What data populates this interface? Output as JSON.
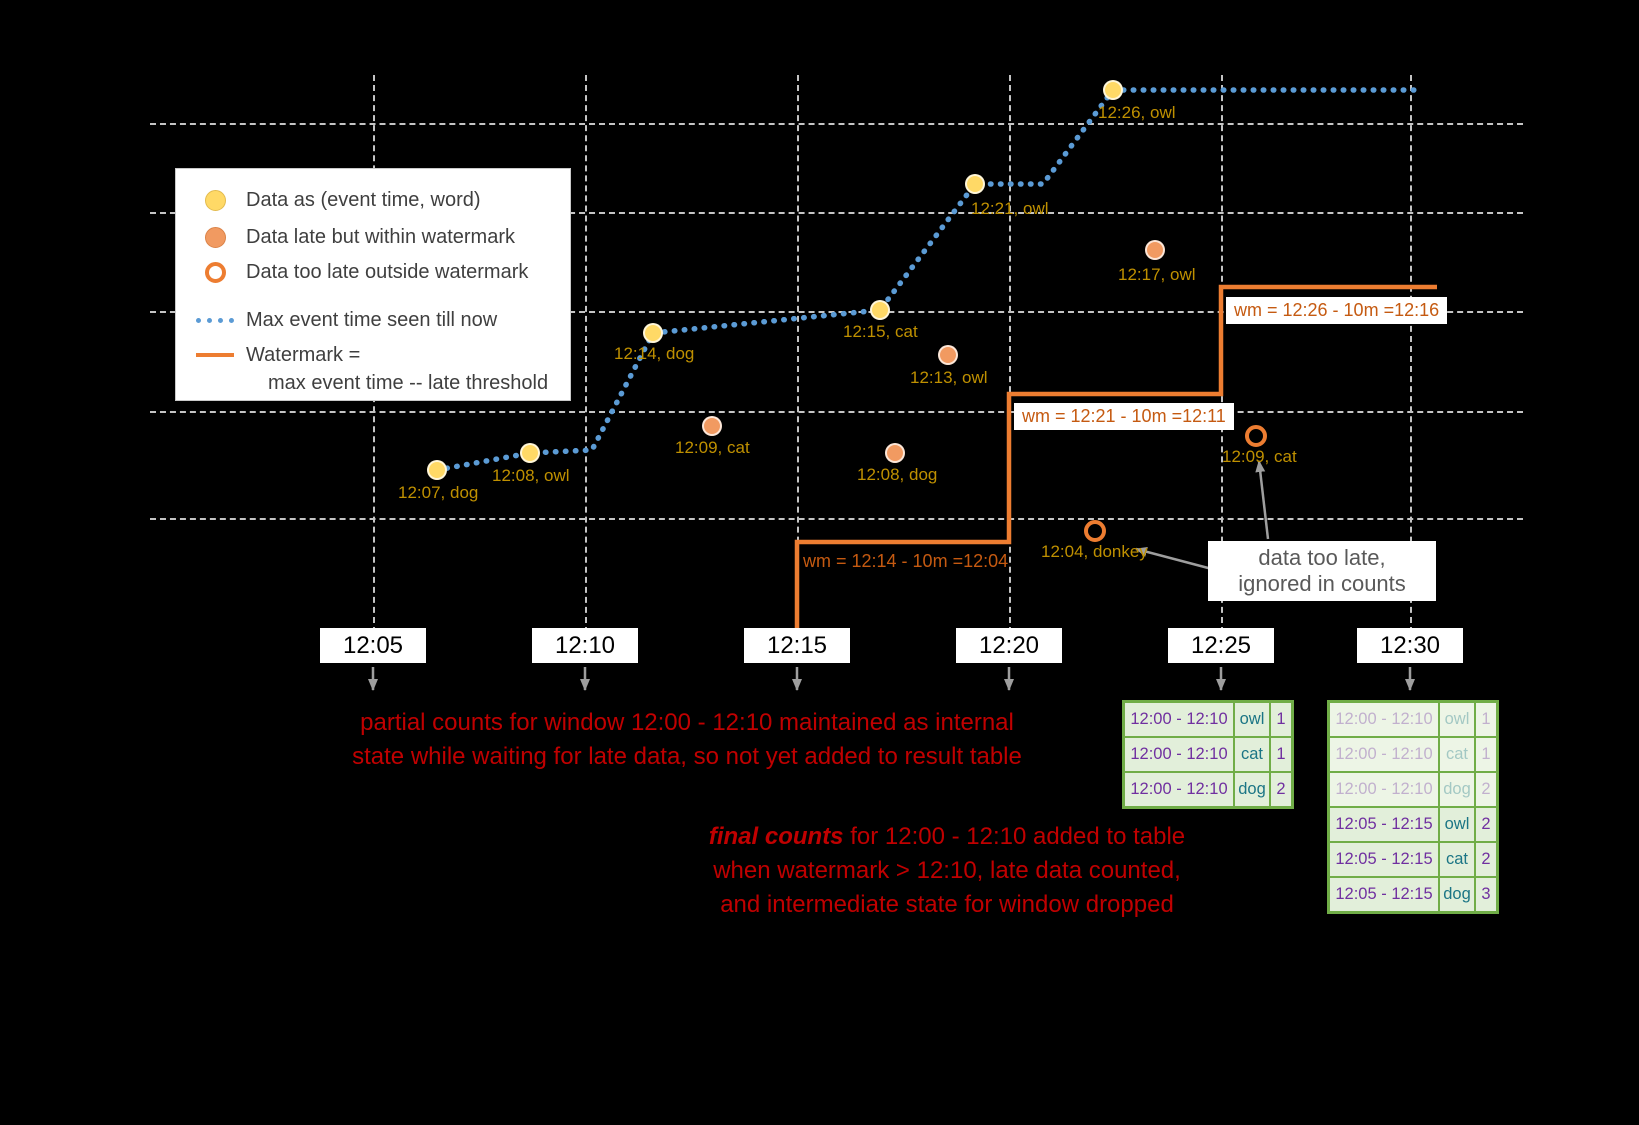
{
  "legend": {
    "items": [
      {
        "label": "Data as (event time, word)"
      },
      {
        "label": "Data late but within watermark"
      },
      {
        "label": "Data too late outside watermark"
      },
      {
        "label": "Max event time seen till now"
      },
      {
        "label_line1": "Watermark =",
        "label_line2": "max event time -- late threshold"
      }
    ]
  },
  "axis": {
    "ticks": [
      "12:05",
      "12:10",
      "12:15",
      "12:20",
      "12:25",
      "12:30"
    ]
  },
  "points": {
    "on_time": [
      {
        "label": "12:07, dog"
      },
      {
        "label": "12:08, owl"
      },
      {
        "label": "12:14, dog"
      },
      {
        "label": "12:15, cat"
      },
      {
        "label": "12:21, owl"
      },
      {
        "label": "12:26, owl"
      }
    ],
    "late_within_watermark": [
      {
        "label": "12:09, cat"
      },
      {
        "label": "12:08, dog"
      },
      {
        "label": "12:13, owl"
      },
      {
        "label": "12:17, owl"
      }
    ],
    "too_late": [
      {
        "label": "12:04, donkey"
      },
      {
        "label": "12:09, cat"
      }
    ]
  },
  "watermark_labels": [
    {
      "text": "wm = 12:14 - 10m =12:04"
    },
    {
      "text": "wm = 12:21 - 10m =12:11"
    },
    {
      "text": "wm = 12:26 - 10m =12:16"
    }
  ],
  "annotations": {
    "partial": {
      "line1": "partial counts for window 12:00 - 12:10 maintained as internal",
      "line2": "state while waiting for late data, so not yet added  to result table"
    },
    "final": {
      "lead": "final counts",
      "line1_rest": " for 12:00 - 12:10 added to table",
      "line2": "when watermark > 12:10, late data counted,",
      "line3": "and intermediate state for window dropped"
    },
    "too_late_note": {
      "line1": "data too late,",
      "line2": "ignored in counts"
    }
  },
  "tables": {
    "left": {
      "rows": [
        {
          "window": "12:00 - 12:10",
          "word": "owl",
          "count": "1"
        },
        {
          "window": "12:00 - 12:10",
          "word": "cat",
          "count": "1"
        },
        {
          "window": "12:00 - 12:10",
          "word": "dog",
          "count": "2"
        }
      ]
    },
    "right": {
      "rows": [
        {
          "window": "12:00 - 12:10",
          "word": "owl",
          "count": "1",
          "faded": true
        },
        {
          "window": "12:00 - 12:10",
          "word": "cat",
          "count": "1",
          "faded": true
        },
        {
          "window": "12:00 - 12:10",
          "word": "dog",
          "count": "2",
          "faded": true
        },
        {
          "window": "12:05 - 12:15",
          "word": "owl",
          "count": "2",
          "faded": false
        },
        {
          "window": "12:05 - 12:15",
          "word": "cat",
          "count": "2",
          "faded": false
        },
        {
          "window": "12:05 - 12:15",
          "word": "dog",
          "count": "3",
          "faded": false
        }
      ]
    }
  },
  "colors": {
    "on_time_point": "#ffd966",
    "late_point": "#f19a61",
    "too_late_ring": "#ed7d31",
    "max_event_line": "#5b9bd5",
    "watermark_line": "#ed7d31",
    "point_label": "#bf9000",
    "annotation_red": "#c00000",
    "table_green": "#70ad47"
  }
}
